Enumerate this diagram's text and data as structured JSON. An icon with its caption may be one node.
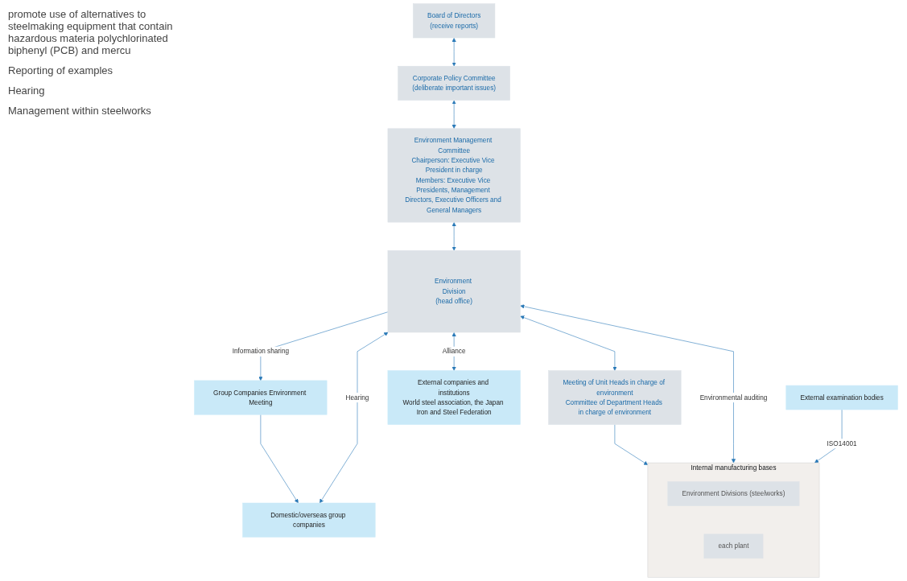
{
  "diagram": {
    "nodes": [
      {
        "text": [
          "Board of Directors",
          "(receive reports)"
        ]
      },
      {
        "text": [
          "Corporate Policy Committee",
          "(deliberate important issues)"
        ]
      },
      {
        "text": [
          "Environment Management Committee",
          "Chairperson: Executive Vice President in charge",
          "Members: Executive Vice Presidents, Management Directors, Executive Officers and General Managers"
        ]
      },
      {
        "text": [
          "Meeting of Unit Heads in charge of environment",
          "Committee of Department Heads in charge of environment"
        ]
      },
      {
        "text": [
          "Group Companies Environment Meeting"
        ]
      },
      {
        "text": [
          "Environment Division",
          "(head office)"
        ]
      },
      {
        "text": [
          "Domestic/overseas group companies"
        ]
      },
      {
        "text": [
          "Internal manufacturing bases"
        ]
      },
      {
        "text": [
          "Environment Divisions (steelworks)"
        ],
        "in": 7
      },
      {
        "text": [
          "each plant"
        ],
        "in": 7
      },
      {
        "text": [
          "External companies and institutions",
          "World steel association, the Japan Iron and Steel Federation"
        ]
      },
      {
        "text": [
          "External examination bodies"
        ]
      }
    ],
    "edges": [
      {
        "from": 0,
        "to": 1,
        "arrow": "both"
      },
      {
        "from": 1,
        "to": 2,
        "arrow": "both"
      },
      {
        "from": 2,
        "to": 5,
        "arrow": "both"
      },
      {
        "from": 5,
        "to": 4,
        "arrow": "to",
        "label": "Information sharing"
      },
      {
        "from": 4,
        "to": 6,
        "arrow": "to"
      },
      {
        "from": 5,
        "to": 6,
        "arrow": "both",
        "label": "Hearing"
      },
      {
        "from": 5,
        "to": 3,
        "arrow": "both"
      },
      {
        "from": 3,
        "to": 7,
        "arrow": "to"
      },
      {
        "from": 5,
        "to": 7,
        "arrow": "both",
        "label": "Environmental auditing"
      },
      {
        "from": 5,
        "to": 10,
        "arrow": "both",
        "label": "Alliance"
      },
      {
        "from": 11,
        "to": 7,
        "arrow": "to",
        "label": "ISO14001"
      }
    ],
    "labels": [
      "promote use of alternatives to steelmaking equipment that contain hazardous materia polychlorinated biphenyl (PCB) and mercu",
      "Reporting of examples",
      "Hearing",
      "Management within steelworks"
    ]
  }
}
